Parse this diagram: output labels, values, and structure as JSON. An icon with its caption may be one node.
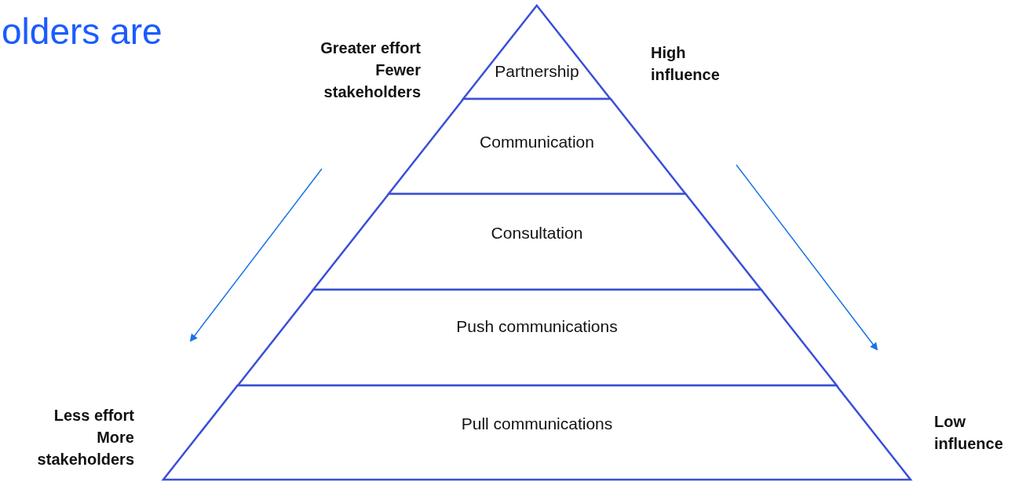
{
  "diagram": {
    "nodes": [
      {
        "text": [
          "Partnership"
        ]
      },
      {
        "text": [
          "Communication"
        ]
      },
      {
        "text": [
          "Consultation"
        ]
      },
      {
        "text": [
          "Push communications"
        ]
      },
      {
        "text": [
          "Pull communications"
        ]
      }
    ],
    "labels": [
      "olders are",
      "Greater effort Fewer stakeholders",
      "High influence",
      "Less effort More stakeholders",
      "Low influence"
    ]
  }
}
